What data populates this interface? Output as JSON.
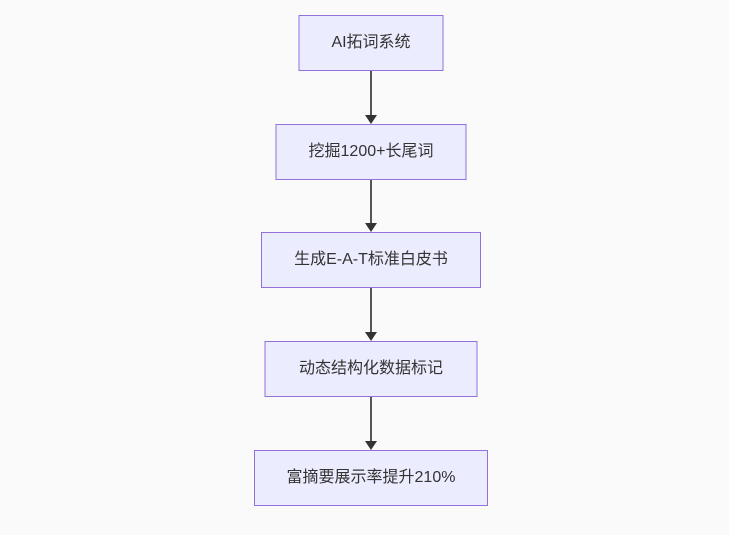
{
  "flowchart": {
    "type": "vertical-flowchart",
    "nodes": [
      {
        "id": "n1",
        "label": "AI拓词系统"
      },
      {
        "id": "n2",
        "label": "挖掘1200+长尾词"
      },
      {
        "id": "n3",
        "label": "生成E-A-T标准白皮书"
      },
      {
        "id": "n4",
        "label": "动态结构化数据标记"
      },
      {
        "id": "n5",
        "label": "富摘要展示率提升210%"
      }
    ],
    "edges": [
      {
        "from": "n1",
        "to": "n2"
      },
      {
        "from": "n2",
        "to": "n3"
      },
      {
        "from": "n3",
        "to": "n4"
      },
      {
        "from": "n4",
        "to": "n5"
      }
    ],
    "colors": {
      "node_fill": "#ECECFF",
      "node_border": "#9370DB",
      "edge_line": "#555555",
      "arrowhead": "#333333",
      "text": "#333333",
      "background": "#fafafa"
    }
  }
}
